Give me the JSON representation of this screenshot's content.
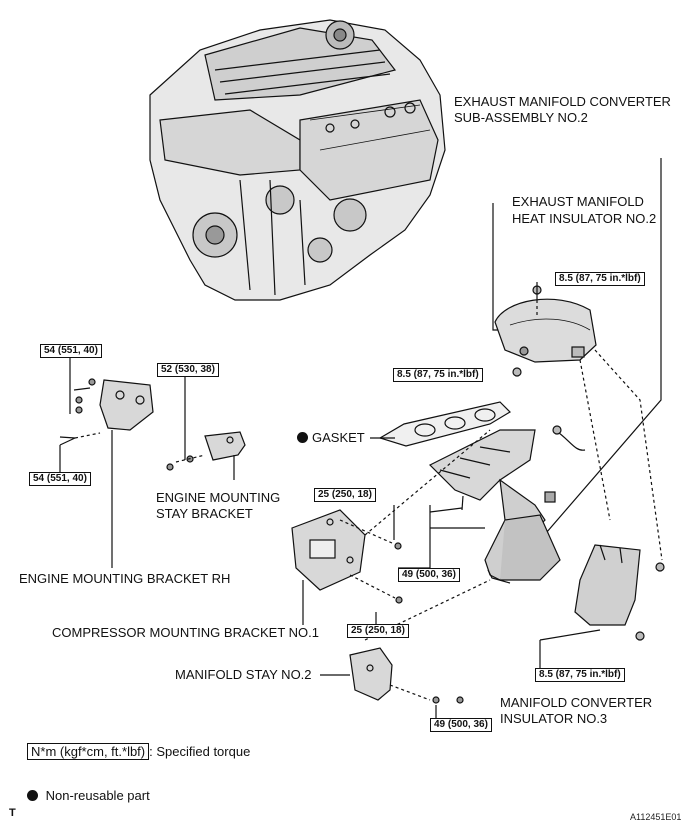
{
  "labels": {
    "exhaust_manifold_converter_line1": "EXHAUST MANIFOLD CONVERTER",
    "exhaust_manifold_converter_line2": "SUB-ASSEMBLY NO.2",
    "heat_insulator_line1": "EXHAUST MANIFOLD",
    "heat_insulator_line2": "HEAT INSULATOR NO.2",
    "gasket": "GASKET",
    "engine_mounting_stay_line1": "ENGINE MOUNTING",
    "engine_mounting_stay_line2": "STAY BRACKET",
    "engine_mounting_bracket_rh": "ENGINE MOUNTING BRACKET RH",
    "compressor_mounting_bracket": "COMPRESSOR MOUNTING BRACKET NO.1",
    "manifold_stay": "MANIFOLD STAY NO.2",
    "converter_insulator_line1": "MANIFOLD CONVERTER",
    "converter_insulator_line2": "INSULATOR NO.3"
  },
  "torques": {
    "t_54_top": "54 (551, 40)",
    "t_54_bottom": "54 (551, 40)",
    "t_52": "52 (530, 38)",
    "t_8_5_insulator_top": "8.5 (87, 75 in.*lbf)",
    "t_8_5_insulator_left": "8.5 (87, 75 in.*lbf)",
    "t_25_top": "25 (250, 18)",
    "t_25_bottom": "25 (250, 18)",
    "t_49_left": "49 (500, 36)",
    "t_49_bottom": "49 (500, 36)",
    "t_8_5_converter": "8.5 (87, 75 in.*lbf)"
  },
  "legend": {
    "unit_box": "N*m (kgf*cm, ft.*lbf)",
    "unit_text": ": Specified torque",
    "non_reusable": "Non-reusable part"
  },
  "footer": {
    "corner_mark": "T",
    "figure_id": "A112451E01"
  }
}
